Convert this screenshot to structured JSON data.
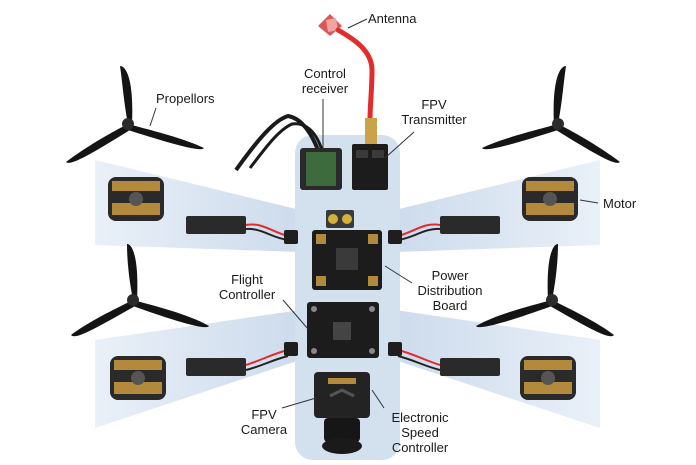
{
  "labels": {
    "antenna": "Antenna",
    "control_receiver": [
      "Control",
      "receiver"
    ],
    "propellors": "Propellors",
    "fpv_transmitter": [
      "FPV",
      "Transmitter"
    ],
    "motor": "Motor",
    "flight_controller": [
      "Flight",
      "Controller"
    ],
    "power_distribution_board": [
      "Power",
      "Distribution",
      "Board"
    ],
    "fpv_camera": [
      "FPV",
      "Camera"
    ],
    "esc": [
      "Electronic",
      "Speed",
      "Controller"
    ]
  },
  "colors": {
    "frame": "#dbe6f2",
    "arm": "#cfdded",
    "propeller": "#141414",
    "motor_gold": "#b38a3c",
    "pcb": "#1c1c1c",
    "antenna_cable": "#e32b2b",
    "esc_body": "#2a2a2a",
    "leader_line": "#333333"
  },
  "icons": [
    "propeller-icon",
    "motor-icon",
    "esc-icon",
    "antenna-icon",
    "receiver-icon",
    "transmitter-icon",
    "pdb-icon",
    "flight-controller-icon",
    "camera-icon"
  ]
}
